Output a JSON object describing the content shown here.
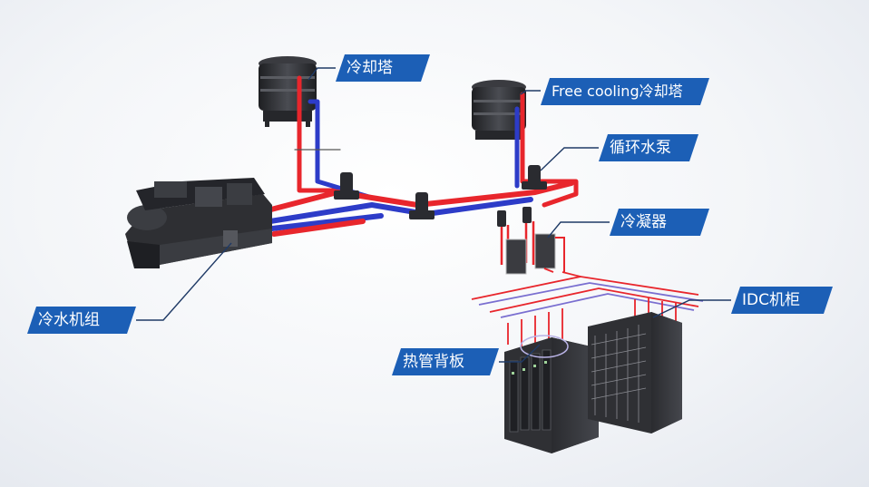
{
  "labels": {
    "cooling_tower": "冷却塔",
    "free_cooling_tower": "Free cooling冷却塔",
    "circulation_pump": "循环水泵",
    "condenser": "冷凝器",
    "idc_cabinet": "IDC机柜",
    "chiller_unit": "冷水机组",
    "heat_pipe_backplane": "热管背板"
  },
  "colors": {
    "supply_pipe": "#e8262c",
    "return_pipe": "#2d3cc8",
    "label_bg": "#1c5fb6",
    "equipment": "#2e2f33"
  }
}
